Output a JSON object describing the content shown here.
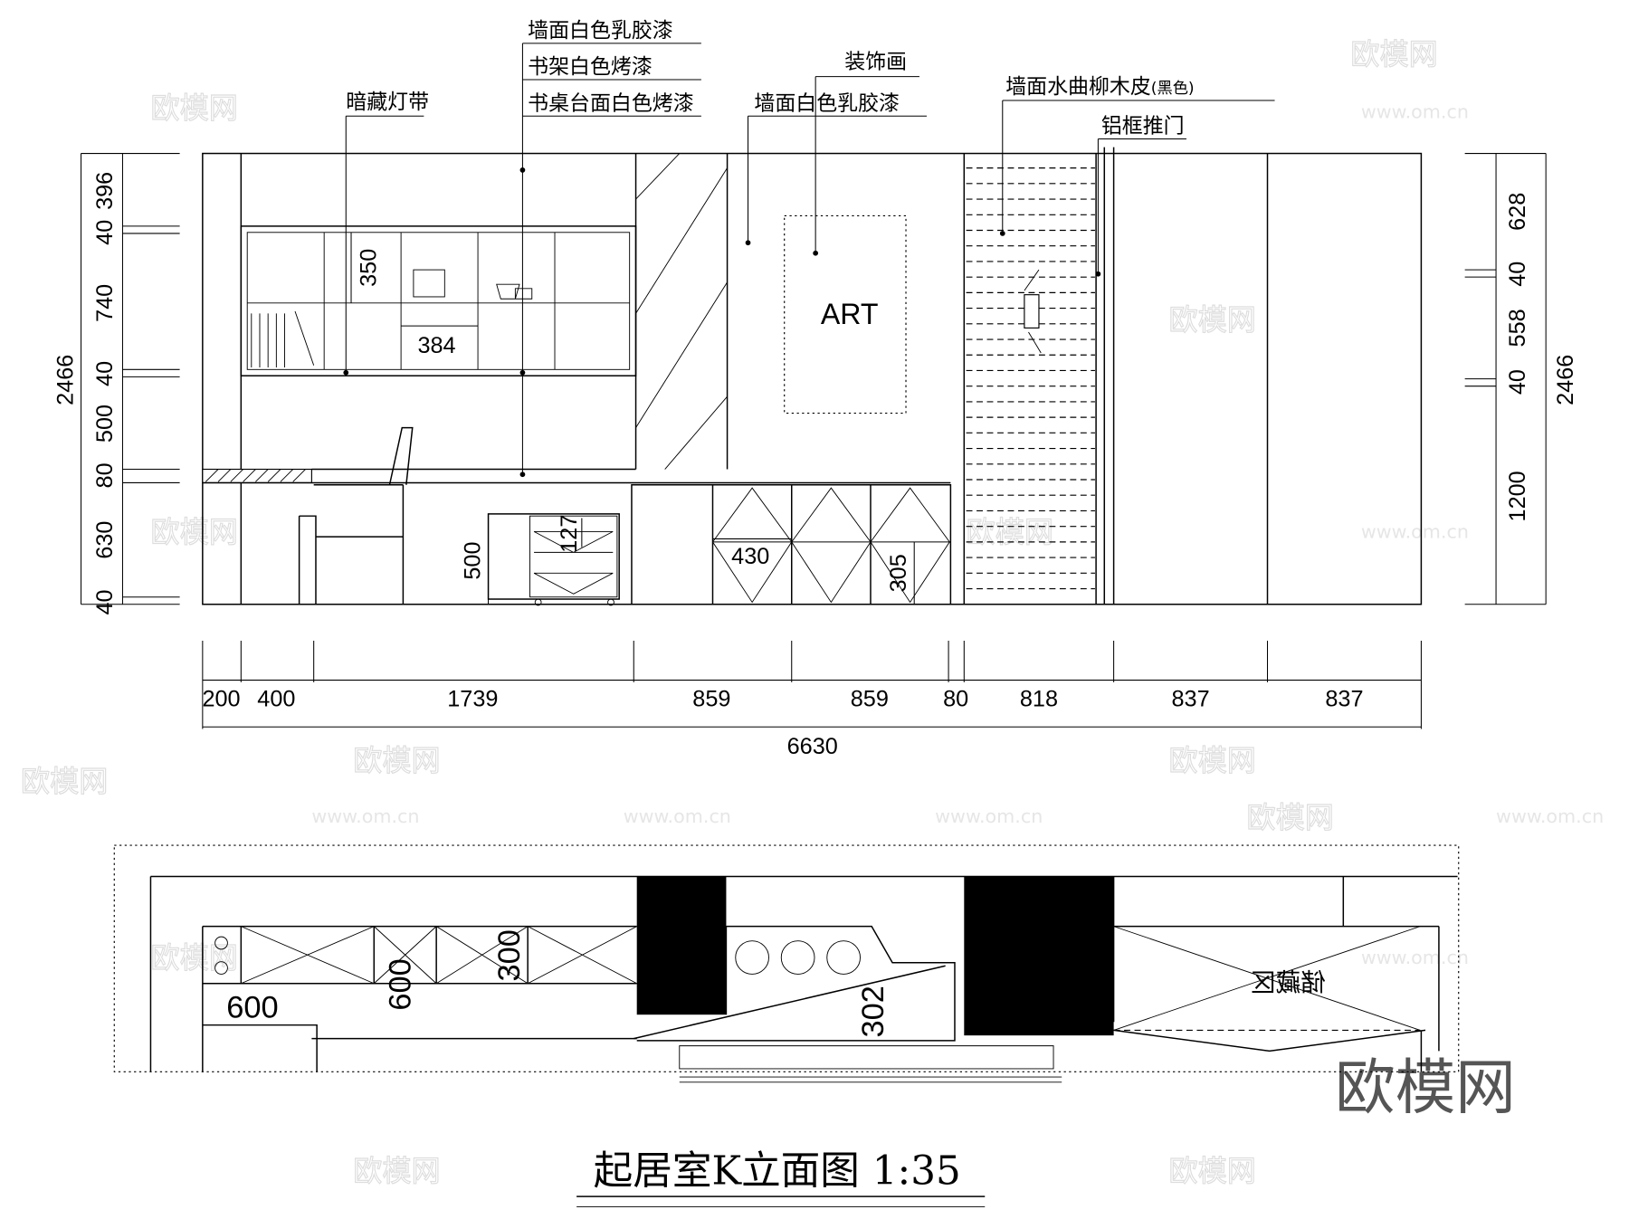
{
  "callouts": {
    "hidden_light_strip": "暗藏灯带",
    "wall_white_latex_1": "墙面白色乳胶漆",
    "shelf_white_paint": "书架白色烤漆",
    "desk_top_white_paint": "书桌台面白色烤漆",
    "decorative_painting": "装饰画",
    "wall_white_latex_2": "墙面白色乳胶漆",
    "wall_veneer": "墙面水曲柳木皮",
    "wall_veneer_note": "(黑色)",
    "aluminum_door": "铝框推门",
    "art": "ART",
    "storage_area": "储藏区"
  },
  "inner_dims": {
    "shelf_height": "350",
    "shelf_width": "384",
    "drawer": "127",
    "cabinet_h": "500",
    "door_w": "430",
    "door_h": "305"
  },
  "left_dims": [
    "396",
    "40",
    "740",
    "40",
    "500",
    "80",
    "630",
    "40"
  ],
  "left_total": "2466",
  "right_dims": [
    "628",
    "40",
    "558",
    "40",
    "1200"
  ],
  "right_total": "2466",
  "bottom_dims": [
    "200",
    "400",
    "1739",
    "859",
    "859",
    "80",
    "818",
    "837",
    "837"
  ],
  "bottom_total": "6630",
  "plan_dims": {
    "a": "600",
    "b": "600",
    "c": "300",
    "d": "302"
  },
  "title": "起居室K立面图 1:35",
  "watermark": {
    "logo": "欧模网",
    "url": "www.om.cn"
  }
}
